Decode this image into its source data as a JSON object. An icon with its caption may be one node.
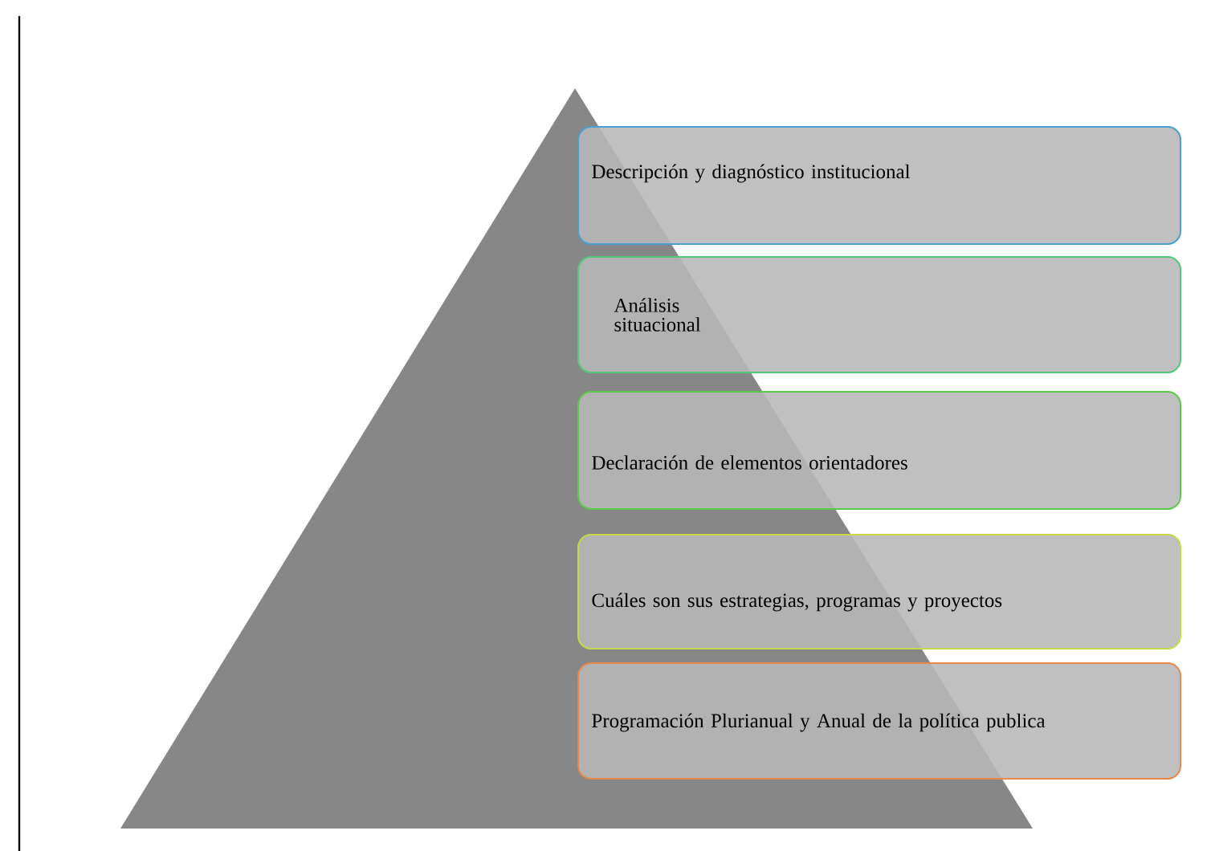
{
  "diagram": {
    "nodes": [
      {
        "text": [
          "Descripción y diagnóstico institucional"
        ]
      },
      {
        "text": [
          "Análisis situacional"
        ]
      },
      {
        "text": [
          "Declaración de elementos orientadores"
        ]
      },
      {
        "text": [
          "Cuáles son sus estrategias, programas y proyectos"
        ]
      },
      {
        "text": [
          "Programación Plurianual y Anual de la política publica"
        ]
      }
    ]
  }
}
